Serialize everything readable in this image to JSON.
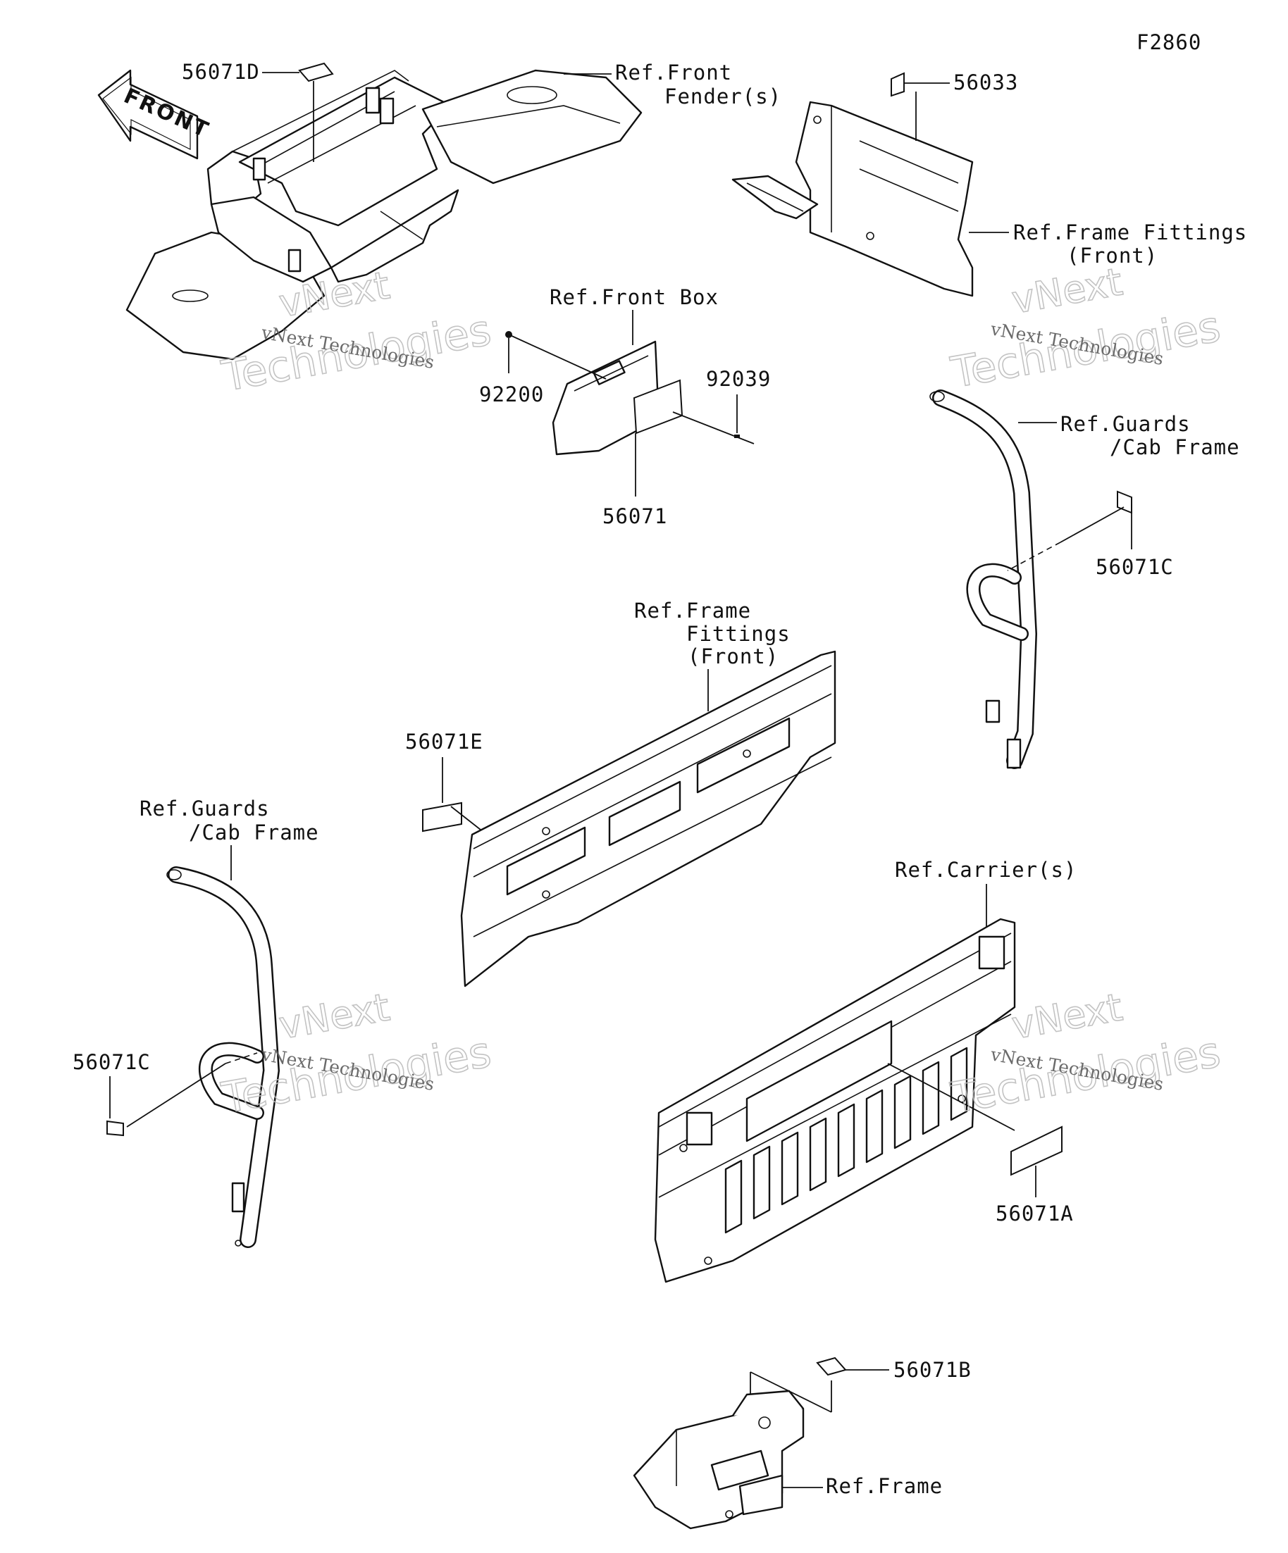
{
  "diagram_id": "F2860",
  "front_arrow_text": "FRONT",
  "watermark": {
    "line1": "vNext",
    "line2": "Technologies",
    "caption": "vNext Technologies"
  },
  "labels": {
    "p56071D": "56071D",
    "ref_front_fender_1": "Ref.Front",
    "ref_front_fender_2": "Fender(s)",
    "p56033": "56033",
    "ref_frame_fittings_top_1": "Ref.Frame Fittings",
    "ref_frame_fittings_top_2": "(Front)",
    "ref_front_box": "Ref.Front Box",
    "p92200": "92200",
    "p92039": "92039",
    "p56071": "56071",
    "ref_guards_right_1": "Ref.Guards",
    "ref_guards_right_2": "/Cab Frame",
    "p56071C_right": "56071C",
    "ref_frame_fittings_mid_1": "Ref.Frame",
    "ref_frame_fittings_mid_2": "Fittings",
    "ref_frame_fittings_mid_3": "(Front)",
    "p56071E": "56071E",
    "ref_guards_left_1": "Ref.Guards",
    "ref_guards_left_2": "/Cab Frame",
    "ref_carriers": "Ref.Carrier(s)",
    "p56071C_left": "56071C",
    "p56071A": "56071A",
    "p56071B": "56071B",
    "ref_frame": "Ref.Frame"
  }
}
